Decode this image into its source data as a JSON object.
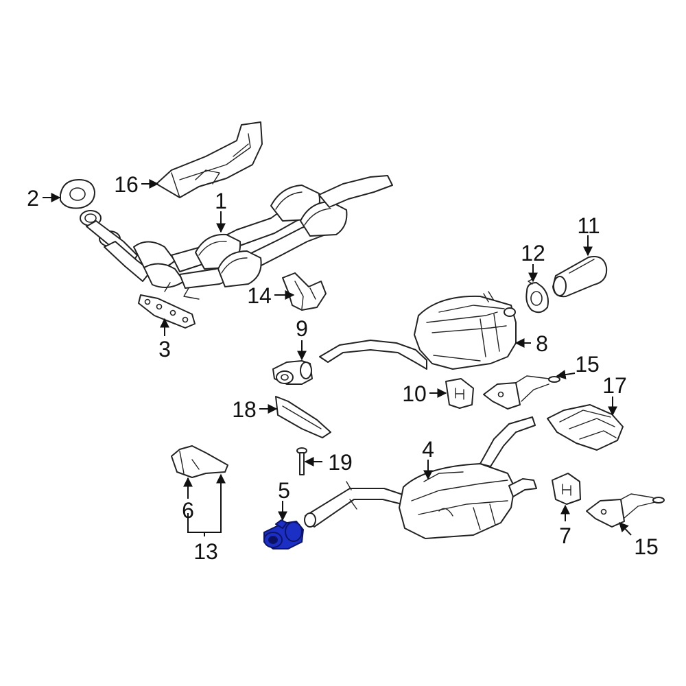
{
  "highlight_color": "#1c2fc4",
  "highlighted_part": "5",
  "callouts": {
    "c1": "1",
    "c2": "2",
    "c3": "3",
    "c4": "4",
    "c5": "5",
    "c6": "6",
    "c7": "7",
    "c8": "8",
    "c9": "9",
    "c10": "10",
    "c11": "11",
    "c12": "12",
    "c13": "13",
    "c14": "14",
    "c15a": "15",
    "c15b": "15",
    "c16": "16",
    "c17": "17",
    "c18": "18",
    "c19": "19"
  }
}
